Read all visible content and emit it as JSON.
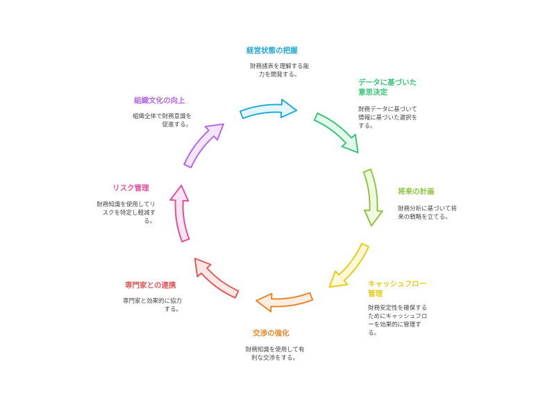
{
  "colors": {
    "management": "#22a9d6",
    "data_decision": "#3cc476",
    "future_plan": "#8cc63f",
    "cashflow": "#e6cc1e",
    "negotiation": "#e8852e",
    "experts": "#e05a5a",
    "risk": "#e0509a",
    "culture": "#b26ae0"
  },
  "steps": [
    {
      "id": "management",
      "title": "経営状態の把握",
      "desc": "財務諸表を理解する能\n力を開発する。",
      "color": "#22a9d6",
      "fill": "#e4f6fd"
    },
    {
      "id": "data_decision",
      "title": "データに基づいた\n意思決定",
      "desc": "財務データに基づいて\n情報に基づいた選択を\nする。",
      "color": "#3cc476",
      "fill": "#e2f9ec"
    },
    {
      "id": "future_plan",
      "title": "将来の計画",
      "desc": "財務分析に基づいて将\n来の戦略を立てる。",
      "color": "#8cc63f",
      "fill": "#f0f9e1"
    },
    {
      "id": "cashflow",
      "title": "キャッシュフロー\n管理",
      "desc": "財務安定性を確保する\nためにキャッシュフロ\nーを効果的に管理す\nる。",
      "color": "#e6cc1e",
      "fill": "#fdf8d8"
    },
    {
      "id": "negotiation",
      "title": "交渉の強化",
      "desc": "財務知識を使用して有\n利な交渉をする。",
      "color": "#e8852e",
      "fill": "#fdeedf"
    },
    {
      "id": "experts",
      "title": "専門家との連携",
      "desc": "専門家と効果的に協力\nする。",
      "color": "#e05a5a",
      "fill": "#fde6e6"
    },
    {
      "id": "risk",
      "title": "リスク管理",
      "desc": "財務知識を使用してリ\nスクを特定し軽減す\nる。",
      "color": "#e0509a",
      "fill": "#fde4f1"
    },
    {
      "id": "culture",
      "title": "組織文化の向上",
      "desc": "組織全体で財務意識を\n促進する。",
      "color": "#b26ae0",
      "fill": "#f3e6fc"
    }
  ]
}
